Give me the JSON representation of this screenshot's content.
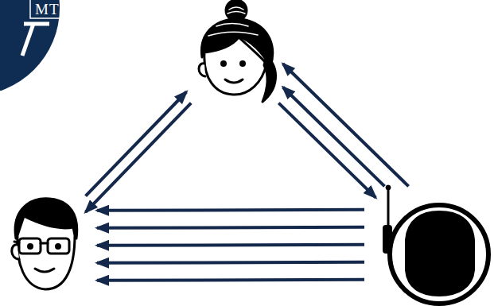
{
  "diagram": {
    "nodes": [
      {
        "text": []
      },
      {
        "text": []
      },
      {
        "text": []
      }
    ],
    "edges": [
      {
        "from": 1,
        "to": 0,
        "arrow": "to"
      },
      {
        "from": 0,
        "to": 1,
        "arrow": "to"
      },
      {
        "from": 0,
        "to": 2,
        "arrow": "to"
      },
      {
        "from": 2,
        "to": 0,
        "arrow": "to"
      },
      {
        "from": 2,
        "to": 0,
        "arrow": "to"
      },
      {
        "from": 2,
        "to": 1,
        "arrow": "to"
      },
      {
        "from": 2,
        "to": 1,
        "arrow": "to"
      },
      {
        "from": 2,
        "to": 1,
        "arrow": "to"
      },
      {
        "from": 2,
        "to": 1,
        "arrow": "to"
      },
      {
        "from": 2,
        "to": 1,
        "arrow": "to"
      }
    ],
    "labels": [
      "MT"
    ]
  }
}
